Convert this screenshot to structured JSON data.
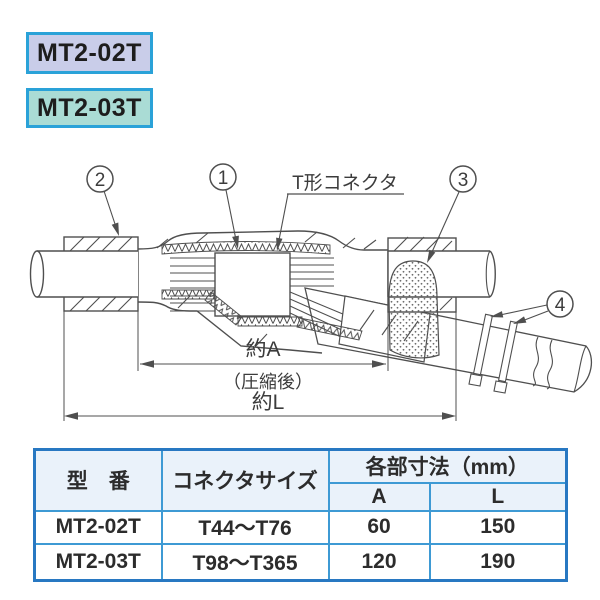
{
  "badges": [
    {
      "label": "MT2-02T",
      "bg": "#c9cde9",
      "border": "#2aa2d8"
    },
    {
      "label": "MT2-03T",
      "bg": "#aadcd5",
      "border": "#2aa2d8"
    }
  ],
  "diagram": {
    "callouts": {
      "c1": "1",
      "c2": "2",
      "c3": "3",
      "c4": "4"
    },
    "connector_label": "T形コネクタ",
    "dim_a_label": "約A",
    "dim_a_note": "（圧縮後）",
    "dim_l_label": "約L",
    "line_color": "#4f4f4f"
  },
  "table": {
    "border_color": "#2878c2",
    "header_bg": "#eaf2fa",
    "col_model": "型　番",
    "col_size": "コネクタサイズ",
    "col_dims": "各部寸法（mm）",
    "col_a": "A",
    "col_l": "L",
    "rows": [
      {
        "model": "MT2-02T",
        "size": "T44～T76",
        "a": "60",
        "l": "150"
      },
      {
        "model": "MT2-03T",
        "size": "T98～T365",
        "a": "120",
        "l": "190"
      }
    ]
  }
}
